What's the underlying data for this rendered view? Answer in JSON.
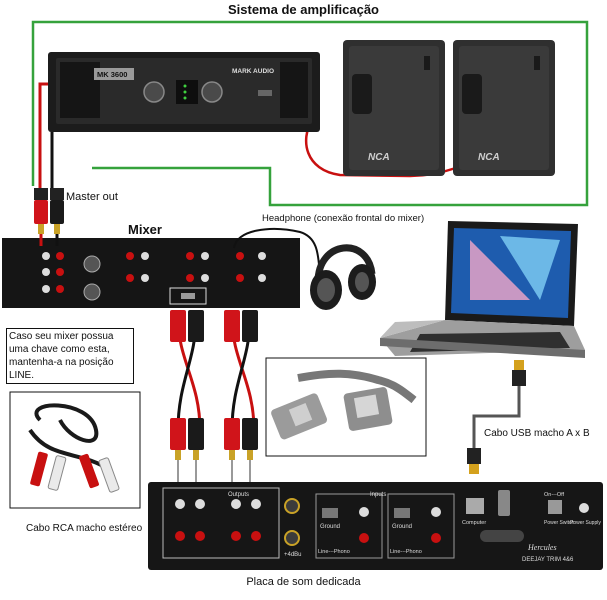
{
  "title": "Sistema de amplificação",
  "labels": {
    "master_out": "Master out",
    "mixer": "Mixer",
    "headphone": "Headphone (conexão frontal do mixer)",
    "switch_note": "Caso seu mixer possua uma chave como esta, mantenha-a na posição LINE.",
    "usb_cable": "Cabo USB macho A x B",
    "rca_cable": "Cabo RCA macho estéreo",
    "sound_card": "Placa de som dedicada"
  },
  "amplifier": {
    "model": "MK 3600",
    "brand": "MARK AUDIO"
  },
  "speakers": {
    "brand": "NCA"
  },
  "sound_card_panel": {
    "outputs_label": "Outputs",
    "inputs_label": "Inputs",
    "ground_label": "Ground",
    "line_phono_label": "Line---Phono",
    "plus4dbu_label": "+4dBu",
    "computer_label": "Computer",
    "on_off_label": "On---Off",
    "power_switch_label": "Power Switch",
    "power_supply_label": "Power Supply",
    "brand": "Hercules",
    "product": "DEEJAY TRIM 4&6"
  },
  "colors": {
    "green_wire": "#35a23c",
    "red_wire": "#c81010",
    "rca_red": "#d0141a",
    "rca_black": "#1a1a1a"
  }
}
